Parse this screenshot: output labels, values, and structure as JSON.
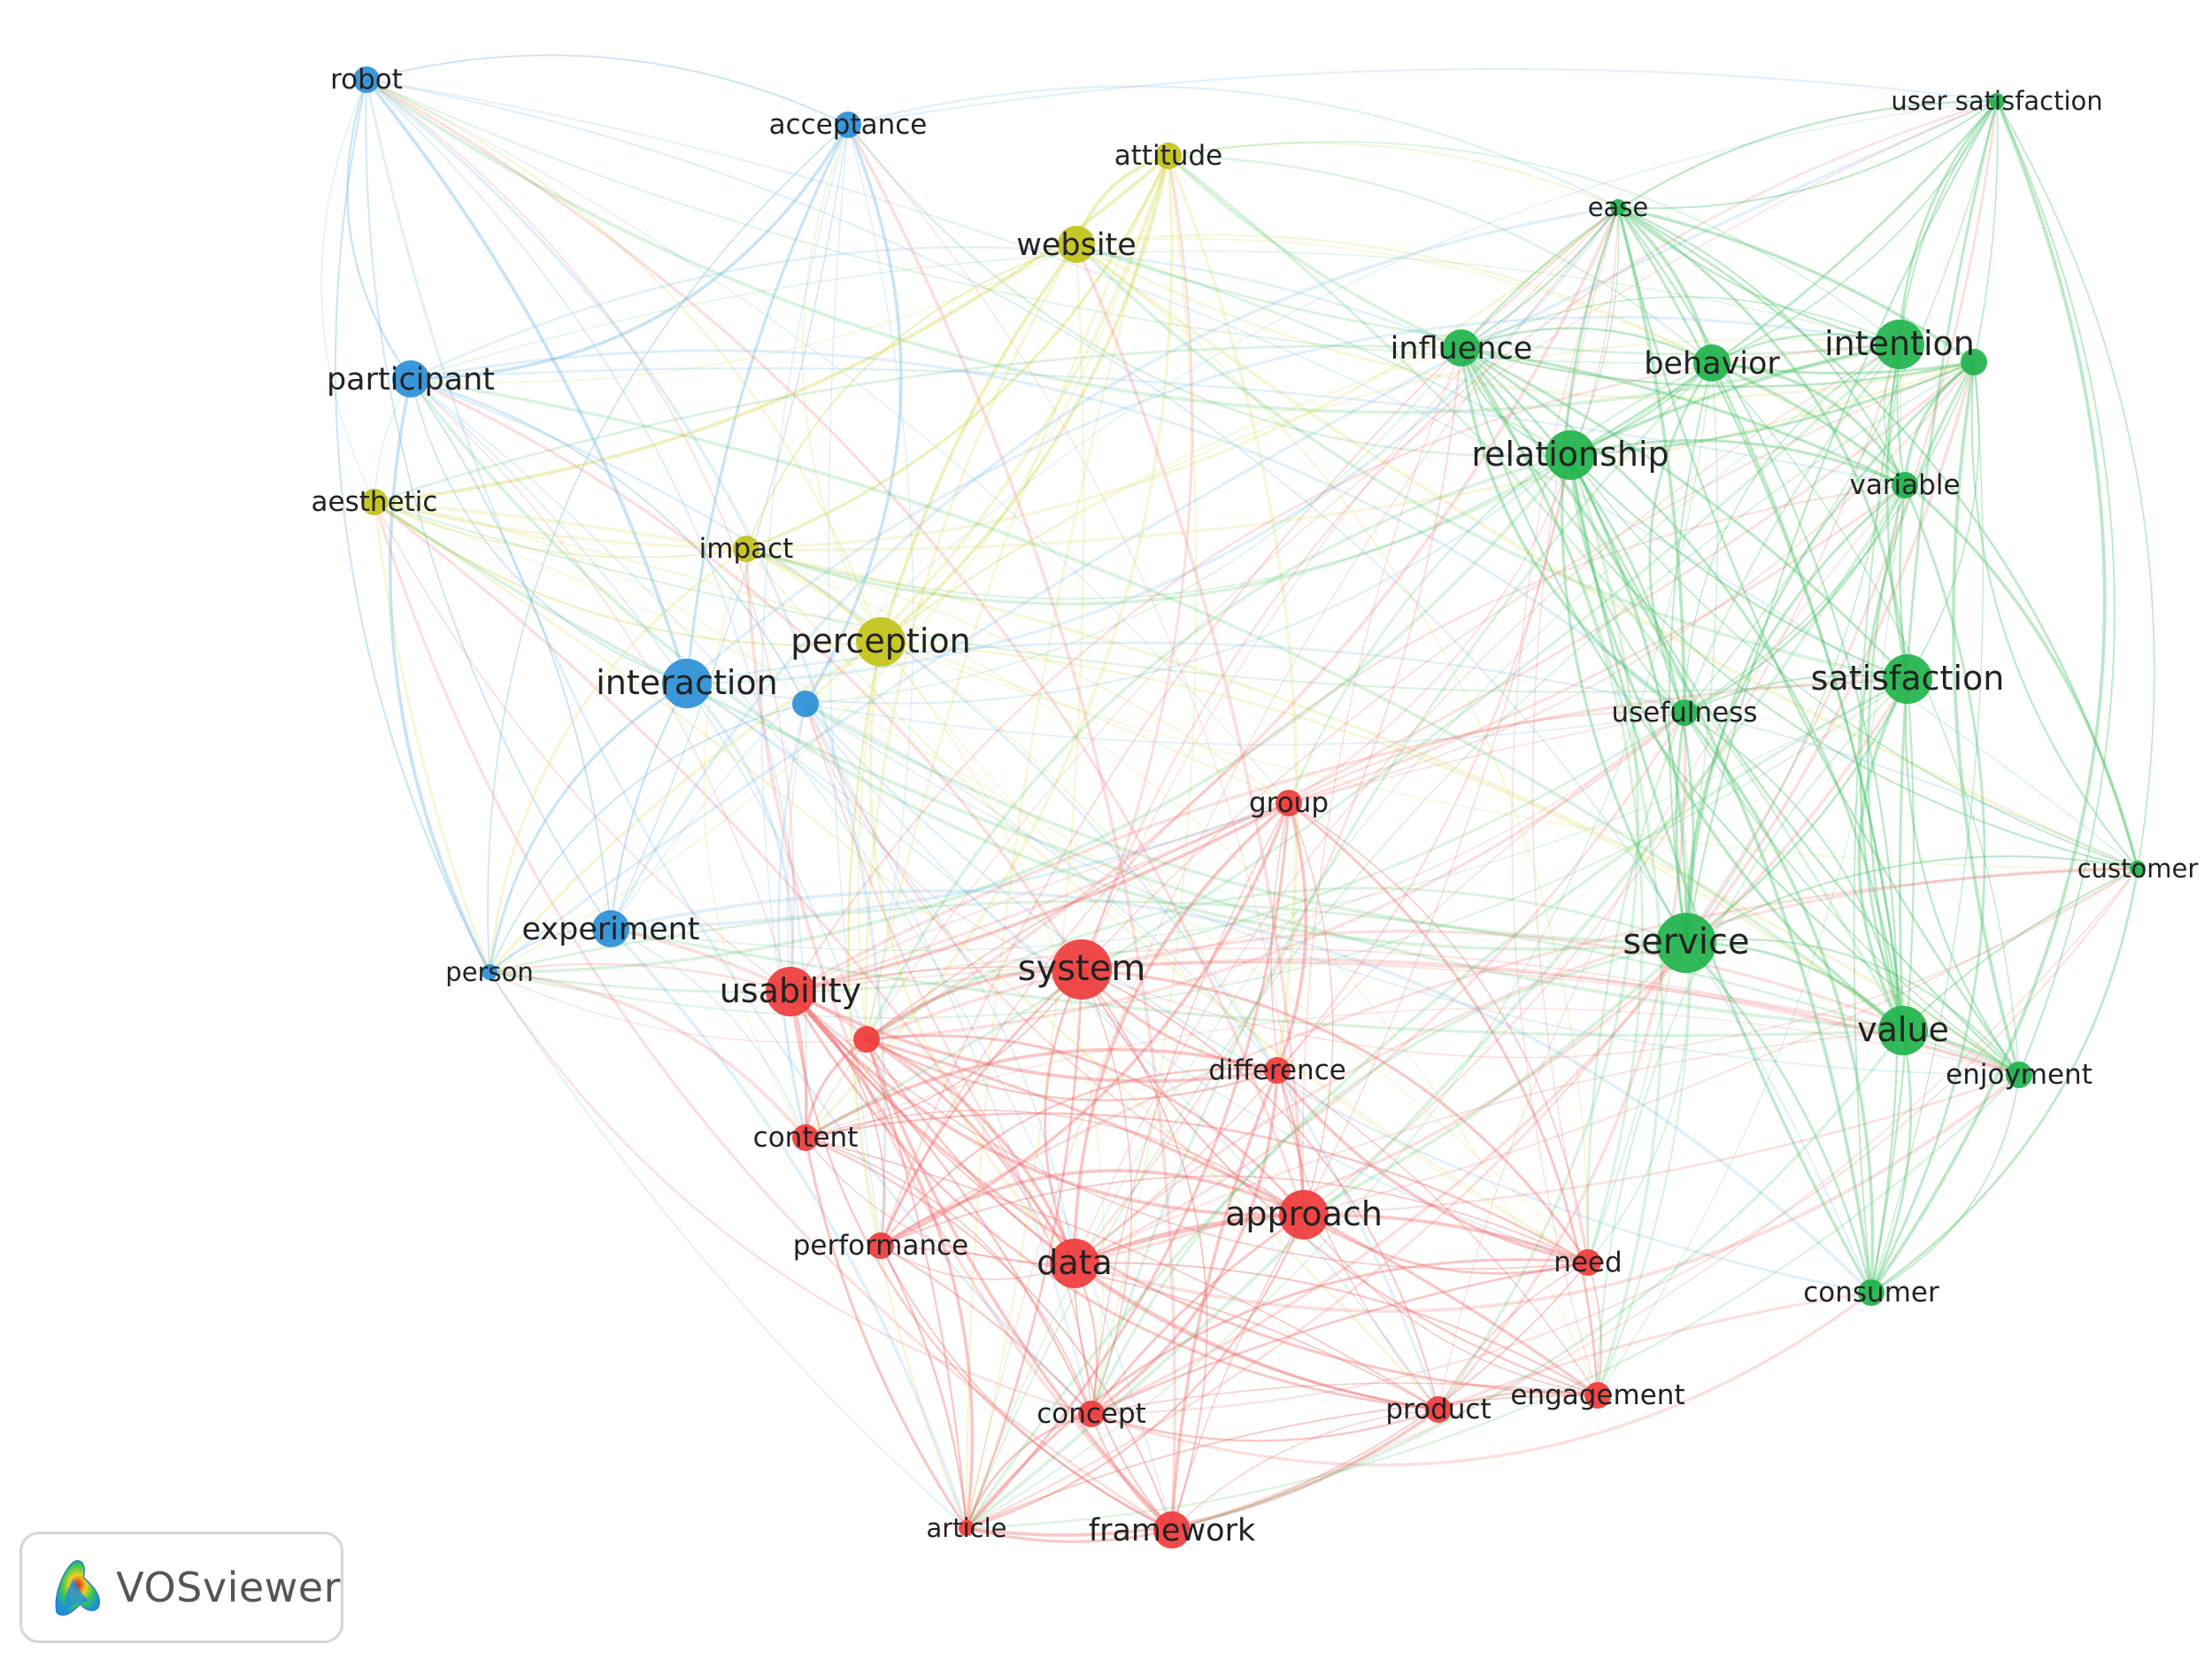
{
  "app": {
    "logo_text": "VOSviewer"
  },
  "colors": {
    "cluster_red": "#ef3b3b",
    "cluster_green": "#1fb34c",
    "cluster_blue": "#2a8fd6",
    "cluster_yellow": "#c2c21a",
    "edge_red": "#f06a6a",
    "edge_green": "#4cc36b",
    "edge_blue": "#6fb6e6",
    "edge_yellow": "#d4d44a"
  },
  "clusters": [
    "red",
    "green",
    "blue",
    "yellow"
  ],
  "nodes": [
    {
      "id": "robot",
      "label": "robot",
      "cluster": "blue",
      "weight": 2
    },
    {
      "id": "acceptance",
      "label": "acceptance",
      "cluster": "blue",
      "weight": 2
    },
    {
      "id": "attitude",
      "label": "attitude",
      "cluster": "yellow",
      "weight": 2
    },
    {
      "id": "website",
      "label": "website",
      "cluster": "yellow",
      "weight": 3
    },
    {
      "id": "participant",
      "label": "participant",
      "cluster": "blue",
      "weight": 3
    },
    {
      "id": "aesthetic",
      "label": "aesthetic",
      "cluster": "yellow",
      "weight": 2
    },
    {
      "id": "impact",
      "label": "impact",
      "cluster": "yellow",
      "weight": 2
    },
    {
      "id": "perception",
      "label": "perception",
      "cluster": "yellow",
      "weight": 4
    },
    {
      "id": "interaction",
      "label": "interaction",
      "cluster": "blue",
      "weight": 4
    },
    {
      "id": "blue-unlabeled",
      "label": "",
      "cluster": "blue",
      "weight": 2
    },
    {
      "id": "experiment",
      "label": "experiment",
      "cluster": "blue",
      "weight": 3
    },
    {
      "id": "person",
      "label": "person",
      "cluster": "blue",
      "weight": 1
    },
    {
      "id": "usability",
      "label": "usability",
      "cluster": "red",
      "weight": 4
    },
    {
      "id": "red-unlabeled",
      "label": "",
      "cluster": "red",
      "weight": 2
    },
    {
      "id": "system",
      "label": "system",
      "cluster": "red",
      "weight": 5
    },
    {
      "id": "content",
      "label": "content",
      "cluster": "red",
      "weight": 2
    },
    {
      "id": "performance",
      "label": "performance",
      "cluster": "red",
      "weight": 2
    },
    {
      "id": "data",
      "label": "data",
      "cluster": "red",
      "weight": 4
    },
    {
      "id": "approach",
      "label": "approach",
      "cluster": "red",
      "weight": 4
    },
    {
      "id": "difference",
      "label": "difference",
      "cluster": "red",
      "weight": 2
    },
    {
      "id": "group",
      "label": "group",
      "cluster": "red",
      "weight": 2
    },
    {
      "id": "concept",
      "label": "concept",
      "cluster": "red",
      "weight": 2
    },
    {
      "id": "product",
      "label": "product",
      "cluster": "red",
      "weight": 2
    },
    {
      "id": "engagement",
      "label": "engagement",
      "cluster": "red",
      "weight": 2
    },
    {
      "id": "need",
      "label": "need",
      "cluster": "red",
      "weight": 2
    },
    {
      "id": "article",
      "label": "article",
      "cluster": "red",
      "weight": 1
    },
    {
      "id": "framework",
      "label": "framework",
      "cluster": "red",
      "weight": 3
    },
    {
      "id": "user-satisfaction",
      "label": "user satisfaction",
      "cluster": "green",
      "weight": 1
    },
    {
      "id": "ease",
      "label": "ease",
      "cluster": "green",
      "weight": 1
    },
    {
      "id": "influence",
      "label": "influence",
      "cluster": "green",
      "weight": 3
    },
    {
      "id": "behavior",
      "label": "behavior",
      "cluster": "green",
      "weight": 3
    },
    {
      "id": "intention",
      "label": "intention",
      "cluster": "green",
      "weight": 4
    },
    {
      "id": "green-unlabeled",
      "label": "",
      "cluster": "green",
      "weight": 2
    },
    {
      "id": "relationship",
      "label": "relationship",
      "cluster": "green",
      "weight": 4
    },
    {
      "id": "variable",
      "label": "variable",
      "cluster": "green",
      "weight": 2
    },
    {
      "id": "satisfaction",
      "label": "satisfaction",
      "cluster": "green",
      "weight": 4
    },
    {
      "id": "usefulness",
      "label": "usefulness",
      "cluster": "green",
      "weight": 2
    },
    {
      "id": "customer",
      "label": "customer",
      "cluster": "green",
      "weight": 1
    },
    {
      "id": "service",
      "label": "service",
      "cluster": "green",
      "weight": 5
    },
    {
      "id": "value",
      "label": "value",
      "cluster": "green",
      "weight": 4
    },
    {
      "id": "enjoyment",
      "label": "enjoyment",
      "cluster": "green",
      "weight": 2
    },
    {
      "id": "consumer",
      "label": "consumer",
      "cluster": "green",
      "weight": 2
    }
  ]
}
